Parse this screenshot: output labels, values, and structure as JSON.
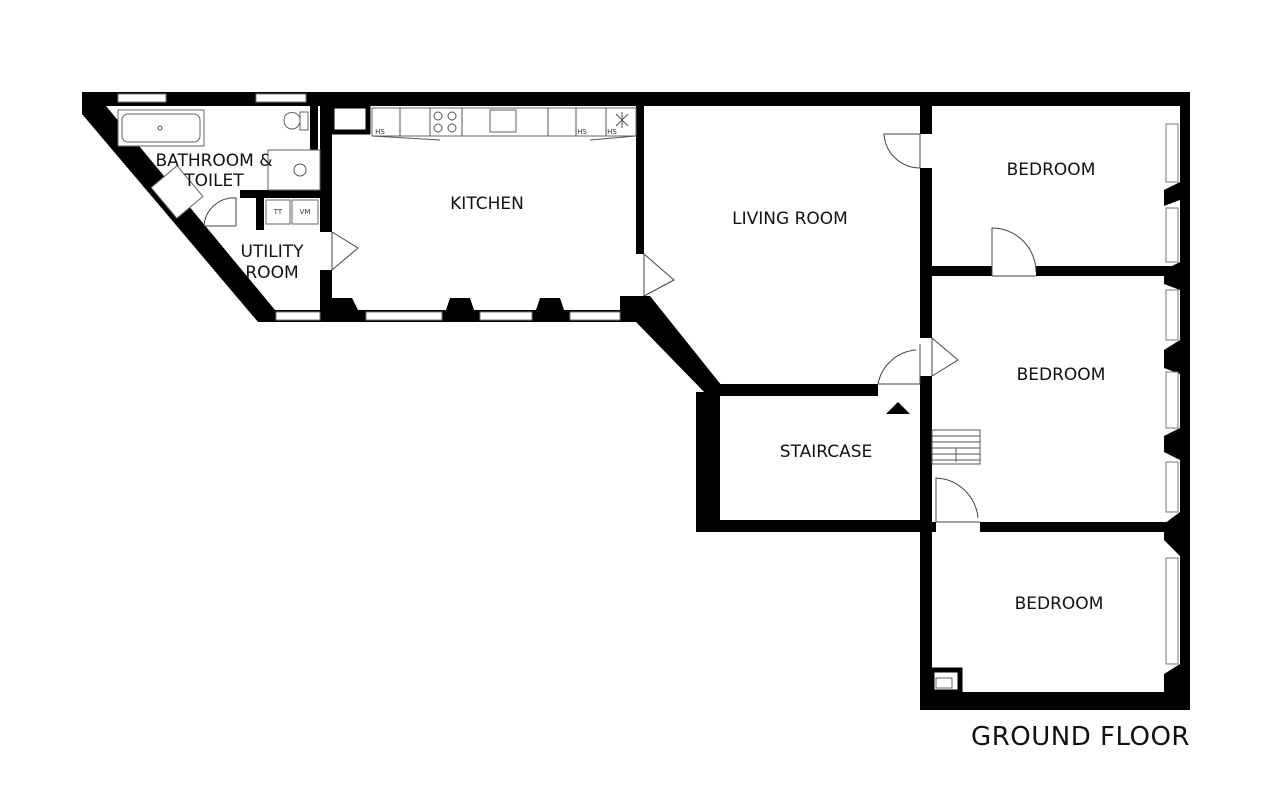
{
  "floor_title": "GROUND FLOOR",
  "rooms": {
    "bathroom_line1": "BATHROOM &",
    "bathroom_line2": "TOILET",
    "utility_line1": "UTILITY",
    "utility_line2": "ROOM",
    "kitchen": "KITCHEN",
    "living_room": "LIVING ROOM",
    "staircase": "STAIRCASE",
    "bedroom_1": "BEDROOM",
    "bedroom_2": "BEDROOM",
    "bedroom_3": "BEDROOM"
  },
  "appliance_labels": {
    "tt": "TT",
    "vm": "VM",
    "hs_1": "HS",
    "hs_2": "HS",
    "hs_3": "HS"
  },
  "colors": {
    "wall": "#000000",
    "background": "#ffffff"
  }
}
